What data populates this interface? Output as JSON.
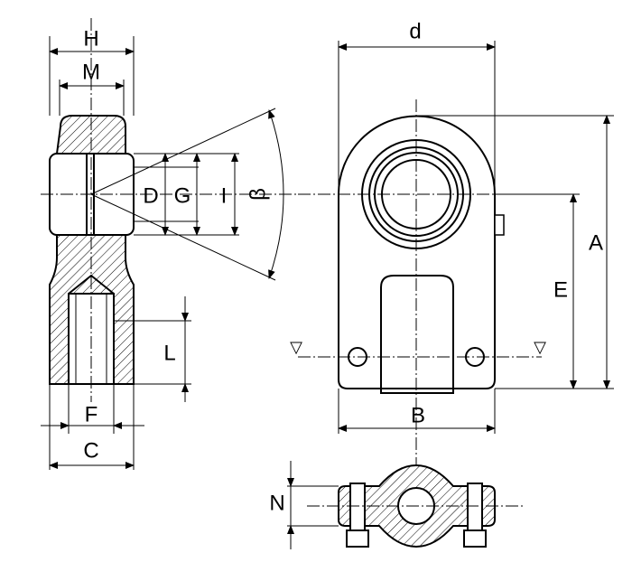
{
  "drawing": {
    "title": "Hydraulic cylinder rod end with welding face — dimension drawing",
    "labels": {
      "H": "H",
      "M": "M",
      "D": "D",
      "G": "G",
      "I": "I",
      "beta": "β",
      "d": "d",
      "A": "A",
      "E": "E",
      "L": "L",
      "F": "F",
      "C": "C",
      "B": "B",
      "N": "N"
    }
  }
}
